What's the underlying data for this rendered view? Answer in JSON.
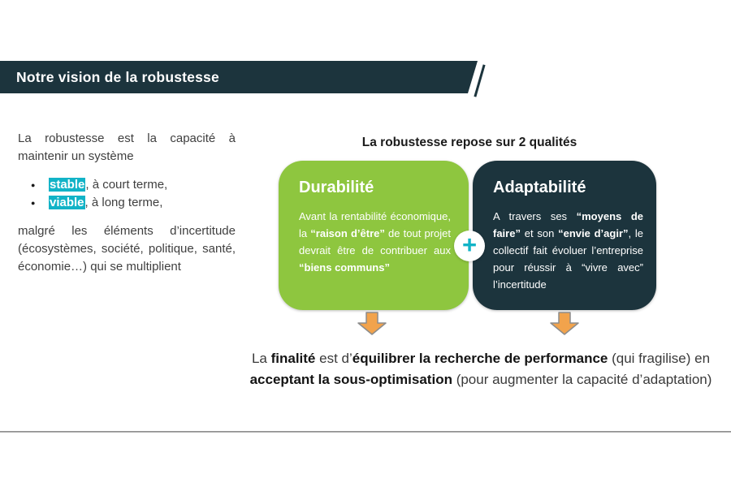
{
  "header": {
    "title": "Notre vision de la robustesse"
  },
  "intro": {
    "paragraph1": "La robustesse est la capacité à maintenir un système",
    "bullet_glyph": "●",
    "bullets": [
      {
        "segments": [
          {
            "t": "stable",
            "hl": true
          },
          {
            "t": ", à court terme,"
          }
        ]
      },
      {
        "segments": [
          {
            "t": "viable",
            "hl": true
          },
          {
            "t": ", à long terme,"
          }
        ]
      }
    ],
    "paragraph2": "malgré les éléments d’incertitude (écosystèmes, société, politique, santé, économie…) qui se multiplient"
  },
  "qualities": {
    "title": "La robustesse repose sur 2 qualités",
    "plus": "+",
    "cards": [
      {
        "id": "durabilite",
        "title": "Durabilité",
        "segments": [
          {
            "t": "Avant la rentabilité économique, la "
          },
          {
            "t": "“raison d’être”",
            "b": true
          },
          {
            "t": " de tout projet devrait être de contribuer aux "
          },
          {
            "t": "“biens communs”",
            "b": true
          }
        ]
      },
      {
        "id": "adaptabilite",
        "title": "Adaptabilité",
        "segments": [
          {
            "t": "A travers ses "
          },
          {
            "t": "“moyens de faire”",
            "b": true
          },
          {
            "t": " et son "
          },
          {
            "t": "“envie d’agir”",
            "b": true
          },
          {
            "t": ", le collectif fait évoluer l’entreprise pour réussir à “vivre avec” l’incertitude"
          }
        ]
      }
    ]
  },
  "finality": {
    "lines": [
      {
        "segments": [
          {
            "t": "La "
          },
          {
            "t": "finalité",
            "b": true
          },
          {
            "t": " est d’"
          },
          {
            "t": "équilibrer la recherche de performance",
            "b": true
          },
          {
            "t": " (qui fragilise) en"
          }
        ]
      },
      {
        "segments": [
          {
            "t": "acceptant la sous-optimisation",
            "b": true
          },
          {
            "t": " (pour augmenter la capacité d’adaptation)"
          }
        ]
      }
    ]
  },
  "colors": {
    "dark": "#1c343d",
    "green": "#8ec63f",
    "cyan": "#12b3c7",
    "orange": "#f2a34c",
    "arrow_outline": "#8c8c8c"
  }
}
